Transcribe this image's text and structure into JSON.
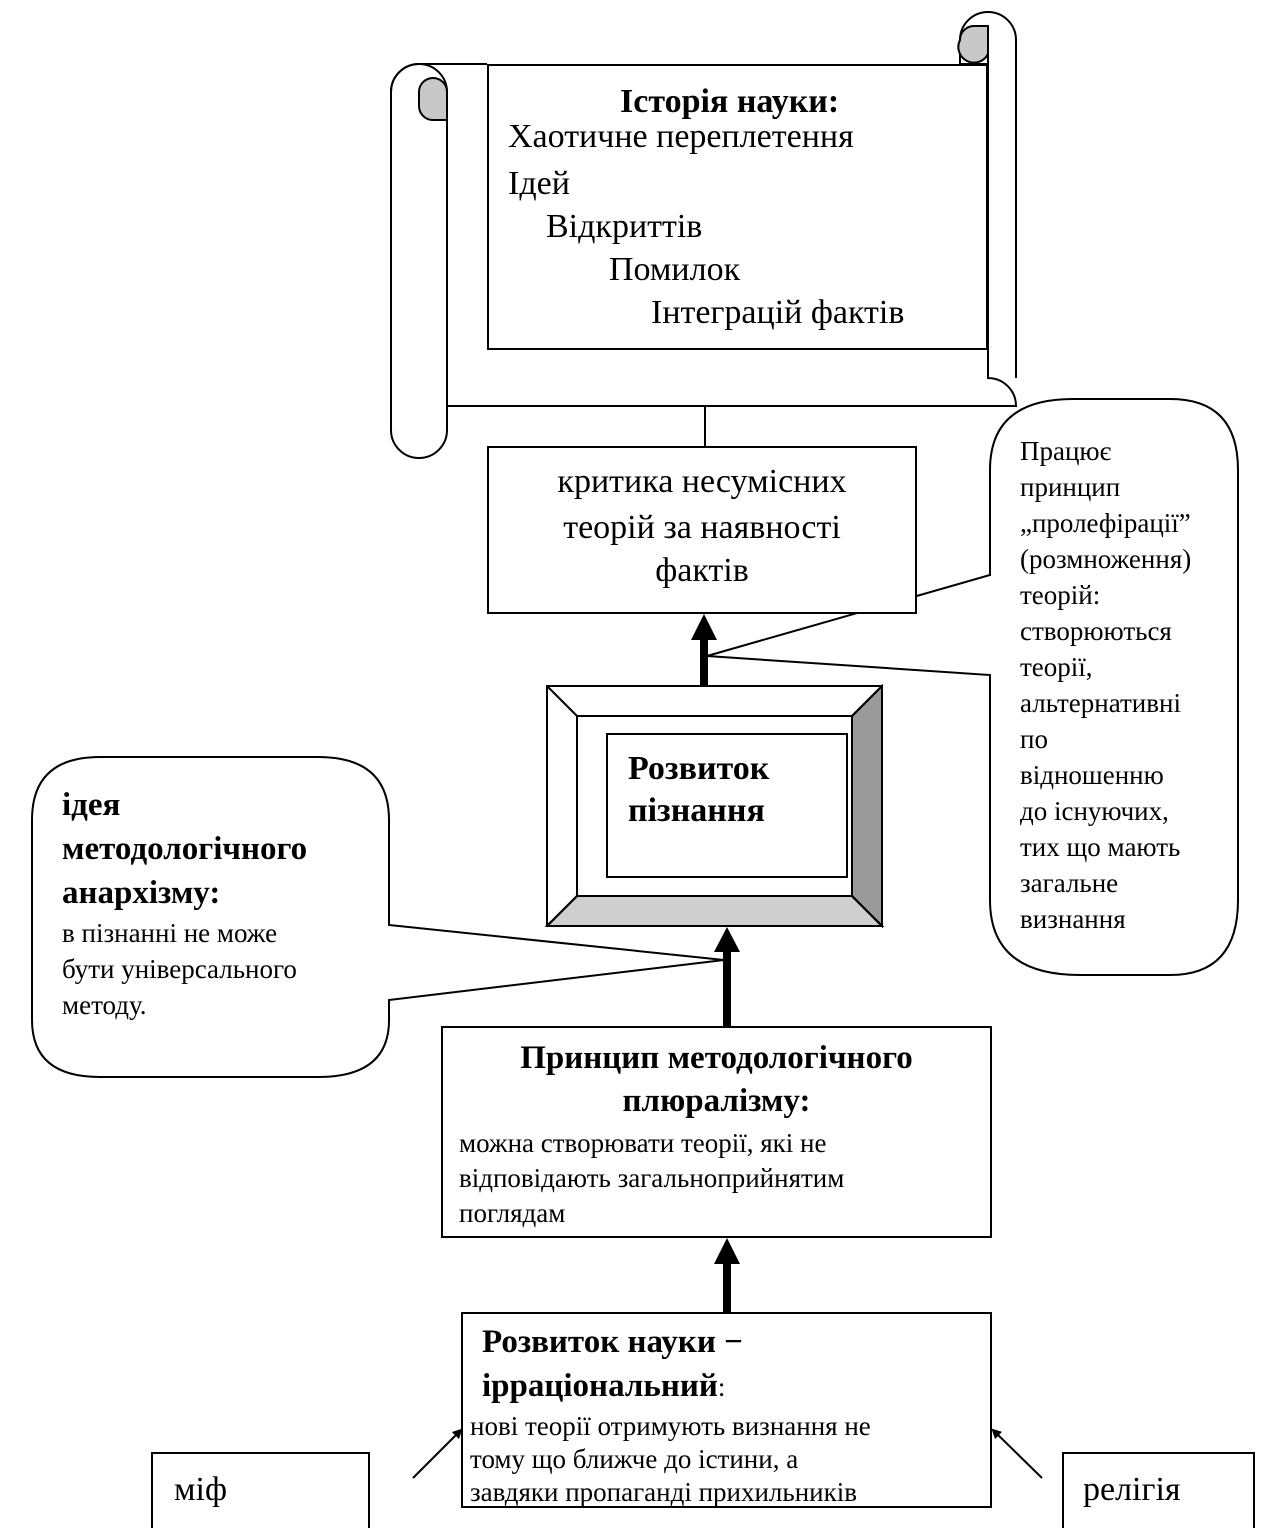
{
  "history": {
    "title": "Історія науки:",
    "lines": [
      "Хаотичне переплетення",
      "Ідей",
      "Відкриттів",
      "Помилок",
      "Інтеграцій  фактів"
    ]
  },
  "critique": {
    "lines": [
      "критика несумісних",
      "теорій  за наявності",
      "фактів"
    ]
  },
  "proliferation": {
    "lines": [
      "Працює",
      "принцип",
      "„пролефірації”",
      "(розмноження)",
      "теорій:",
      "створюються",
      "теорії,",
      "альтернативні",
      "по",
      "відношенню",
      "до існуючих,",
      "тих що  мають",
      "загальне",
      "визнання"
    ]
  },
  "cognition": {
    "lines": [
      "Розвиток",
      "пізнання"
    ]
  },
  "anarchism": {
    "title_lines": [
      "ідея",
      "методологічного",
      "анархізму:"
    ],
    "body_lines": [
      "в пізнанні  не може",
      "бути універсального",
      "методу."
    ]
  },
  "pluralism": {
    "title_lines": [
      "Принцип методологічного",
      "плюралізму:"
    ],
    "body_lines": [
      "можна створювати теорії, які не",
      "відповідають  загальноприйнятим",
      "поглядам"
    ]
  },
  "irrational": {
    "title_line1": "Розвиток науки −",
    "title_line2": "ірраціональний",
    "title_suffix": ":",
    "body_lines": [
      "нові теорії отримують визнання не",
      "тому що ближче до істини, а",
      "завдяки  пропаганді прихильників"
    ]
  },
  "myth": {
    "label": "міф"
  },
  "religion": {
    "label": "релігія"
  }
}
